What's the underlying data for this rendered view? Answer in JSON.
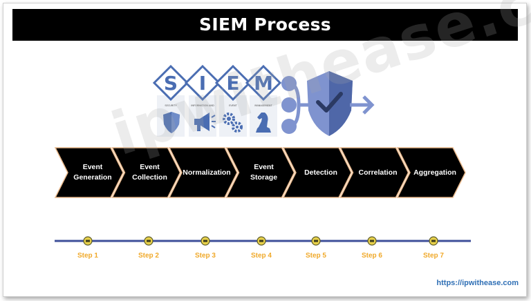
{
  "title": "SIEM Process",
  "siem_letters": [
    "S",
    "I",
    "E",
    "M"
  ],
  "siem_captions": [
    "SECURITY",
    "INFORMATION AND",
    "EVENT",
    "MANAGEMENT"
  ],
  "icons": [
    "shield-icon",
    "megaphone-icon",
    "gears-icon",
    "chess-knight-icon",
    "network-nodes-icon",
    "security-shield-check-icon",
    "arrow-right-icon"
  ],
  "steps": [
    {
      "label": "Event\nGeneration",
      "step": "Step 1"
    },
    {
      "label": "Event\nCollection",
      "step": "Step 2"
    },
    {
      "label": "Normalization",
      "step": "Step 3"
    },
    {
      "label": "Event\nStorage",
      "step": "Step 4"
    },
    {
      "label": "Detection",
      "step": "Step 5"
    },
    {
      "label": "Correlation",
      "step": "Step 6"
    },
    {
      "label": "Aggregation",
      "step": "Step 7"
    }
  ],
  "watermark": "ipwithease.com",
  "url": "https://ipwithease.com",
  "colors": {
    "chevron": "#000000",
    "chevron_edge": "#e9b98c",
    "timeline": "#3e4f9a",
    "step_text": "#f0a92a",
    "siem_blue": "#4a6db2",
    "url": "#2f6fb5"
  }
}
